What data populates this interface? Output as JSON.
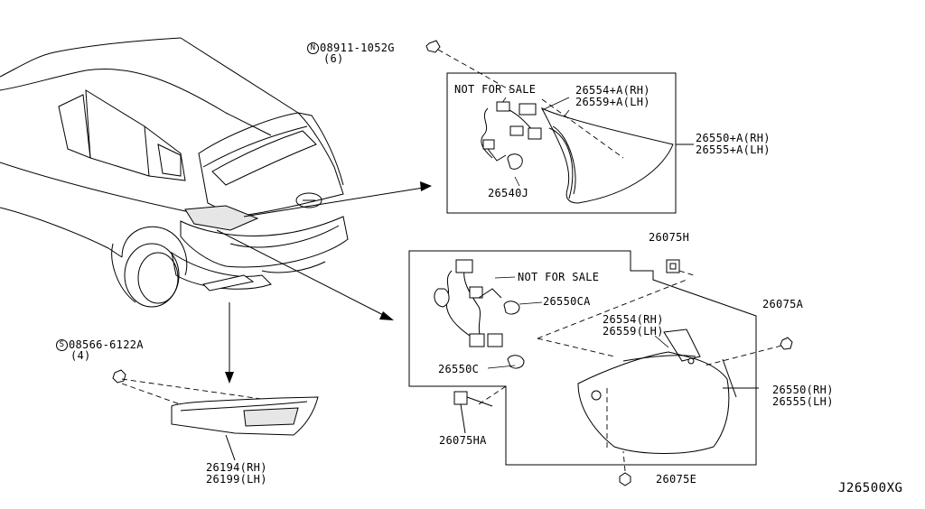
{
  "diagram_id": "J26500XG",
  "callouts": {
    "nut_part": "08911-1052G",
    "nut_prefix": "N",
    "nut_qty": "(6)",
    "screw_part": "08566-6122A",
    "screw_prefix": "S",
    "screw_qty": "(4)",
    "upper_nfs": "NOT FOR SALE",
    "upper_inner_rh": "26554+A(RH)",
    "upper_inner_lh": "26559+A(LH)",
    "upper_lamp_rh": "26550+A(RH)",
    "upper_lamp_lh": "26555+A(LH)",
    "upper_bulb": "26540J",
    "clip_h": "26075H",
    "clip_a": "26075A",
    "clip_ha": "26075HA",
    "clip_e": "26075E",
    "lower_nfs": "NOT FOR SALE",
    "bulb_ca": "26550CA",
    "bulb_c": "26550C",
    "lower_inner_rh": "26554(RH)",
    "lower_inner_lh": "26559(LH)",
    "lower_lamp_rh": "26550(RH)",
    "lower_lamp_lh": "26555(LH)",
    "reflex_rh": "26194(RH)",
    "reflex_lh": "26199(LH)"
  }
}
